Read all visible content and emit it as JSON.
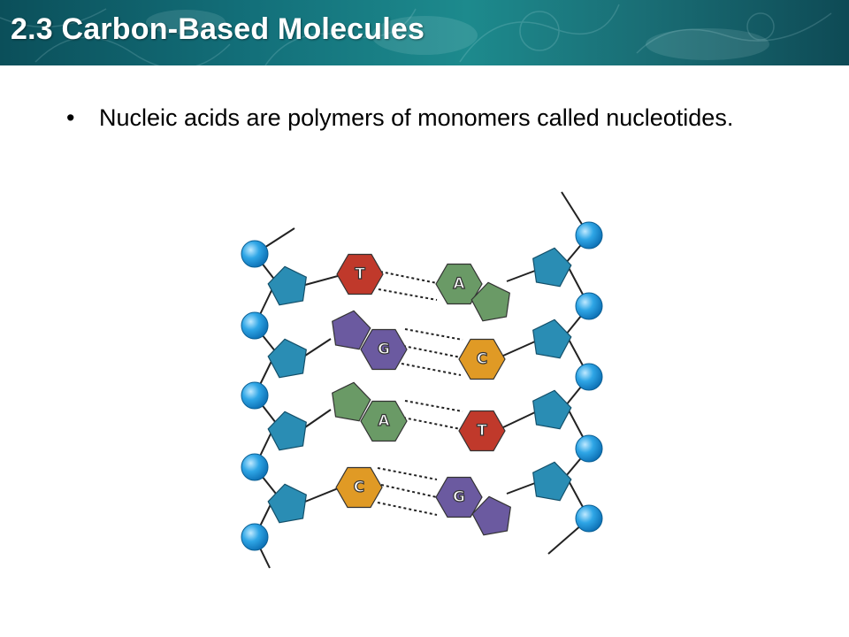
{
  "header": {
    "title": "2.3 Carbon-Based Molecules"
  },
  "content": {
    "bullet_symbol": "•",
    "bullet_text": "Nucleic acids are polymers of monomers called nucleotides."
  },
  "diagram": {
    "base_pairs": [
      {
        "left": "T",
        "right": "A"
      },
      {
        "left": "G",
        "right": "C"
      },
      {
        "left": "A",
        "right": "T"
      },
      {
        "left": "C",
        "right": "G"
      }
    ],
    "base_colors": {
      "T": "#c0392b",
      "A": "#6a9a66",
      "G": "#6b5aa0",
      "C": "#e09a25"
    },
    "sugar_color": "#2a8db4",
    "phosphate_color": "#1f9ee0"
  }
}
